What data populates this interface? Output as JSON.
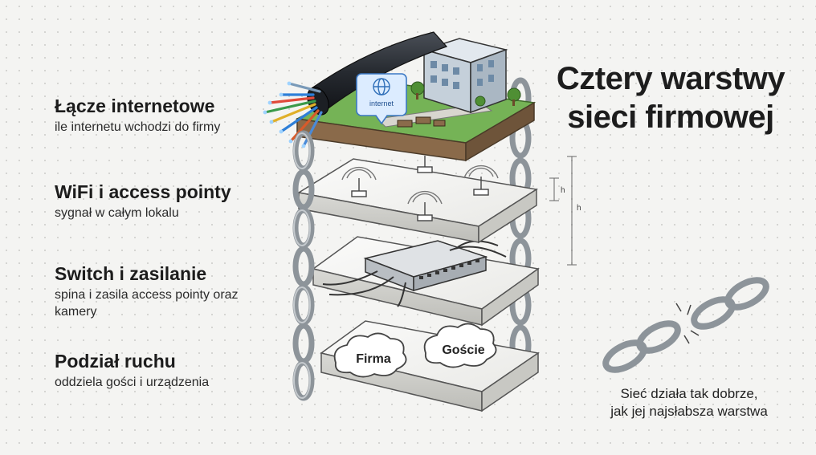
{
  "title": {
    "line1": "Cztery warstwy",
    "line2": "sieci firmowej"
  },
  "layers": [
    {
      "title": "Łącze internetowe",
      "desc": "ile internetu wchodzi do firmy"
    },
    {
      "title": "WiFi i access pointy",
      "desc": "sygnał w całym lokalu"
    },
    {
      "title": "Switch i zasilanie",
      "desc": "spina i zasila access pointy oraz kamery"
    },
    {
      "title": "Podział ruchu",
      "desc": "oddziela gości i urządzenia"
    }
  ],
  "diagram": {
    "internet_badge": "internet",
    "cloud_left": "Firma",
    "cloud_right": "Goście",
    "dimension_label": "h"
  },
  "caption": {
    "line1": "Sieć działa tak dobrze,",
    "line2": "jak jej najsłabsza warstwa"
  },
  "colors": {
    "chain": "#9aa1a7",
    "grass": "#6aa84f",
    "building": "#c9d4de",
    "cable": "#2b2f36"
  }
}
